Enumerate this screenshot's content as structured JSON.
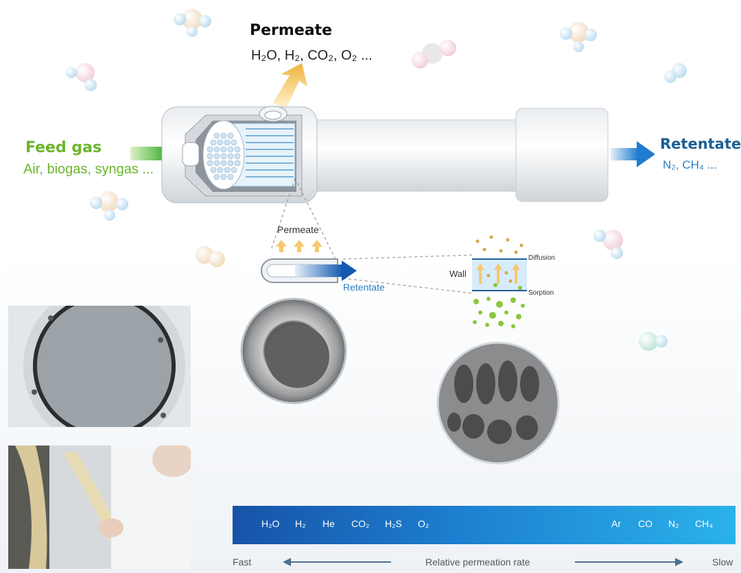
{
  "permeate": {
    "title": "Permeate",
    "gases": "H₂O, H₂, CO₂, O₂ ..."
  },
  "feed": {
    "title": "Feed gas",
    "examples": "Air, biogas, syngas ..."
  },
  "retentate": {
    "title": "Retentate",
    "gases": "N₂, CH₄ ..."
  },
  "hollow_fiber": {
    "permeate_label": "Permeate",
    "retentate_label": "Retentate"
  },
  "wall_detail": {
    "wall_label": "Wall",
    "diffusion_label": "Diffusion",
    "sorption_label": "Sorption"
  },
  "permeation_scale": {
    "fast_gases": [
      "H₂O",
      "H₂",
      "He",
      "CO₂",
      "H₂S",
      "O₂"
    ],
    "slow_gases": [
      "Ar",
      "CO",
      "N₂",
      "CH₄"
    ],
    "fast_label": "Fast",
    "slow_label": "Slow",
    "axis_label": "Relative permeation rate"
  },
  "colors": {
    "feed": "#6cb52d",
    "retentate": "#1b5f95",
    "permeate_arrow": "#f2c35a",
    "bar_start": "#1753a8",
    "bar_end": "#2ab2ea"
  }
}
